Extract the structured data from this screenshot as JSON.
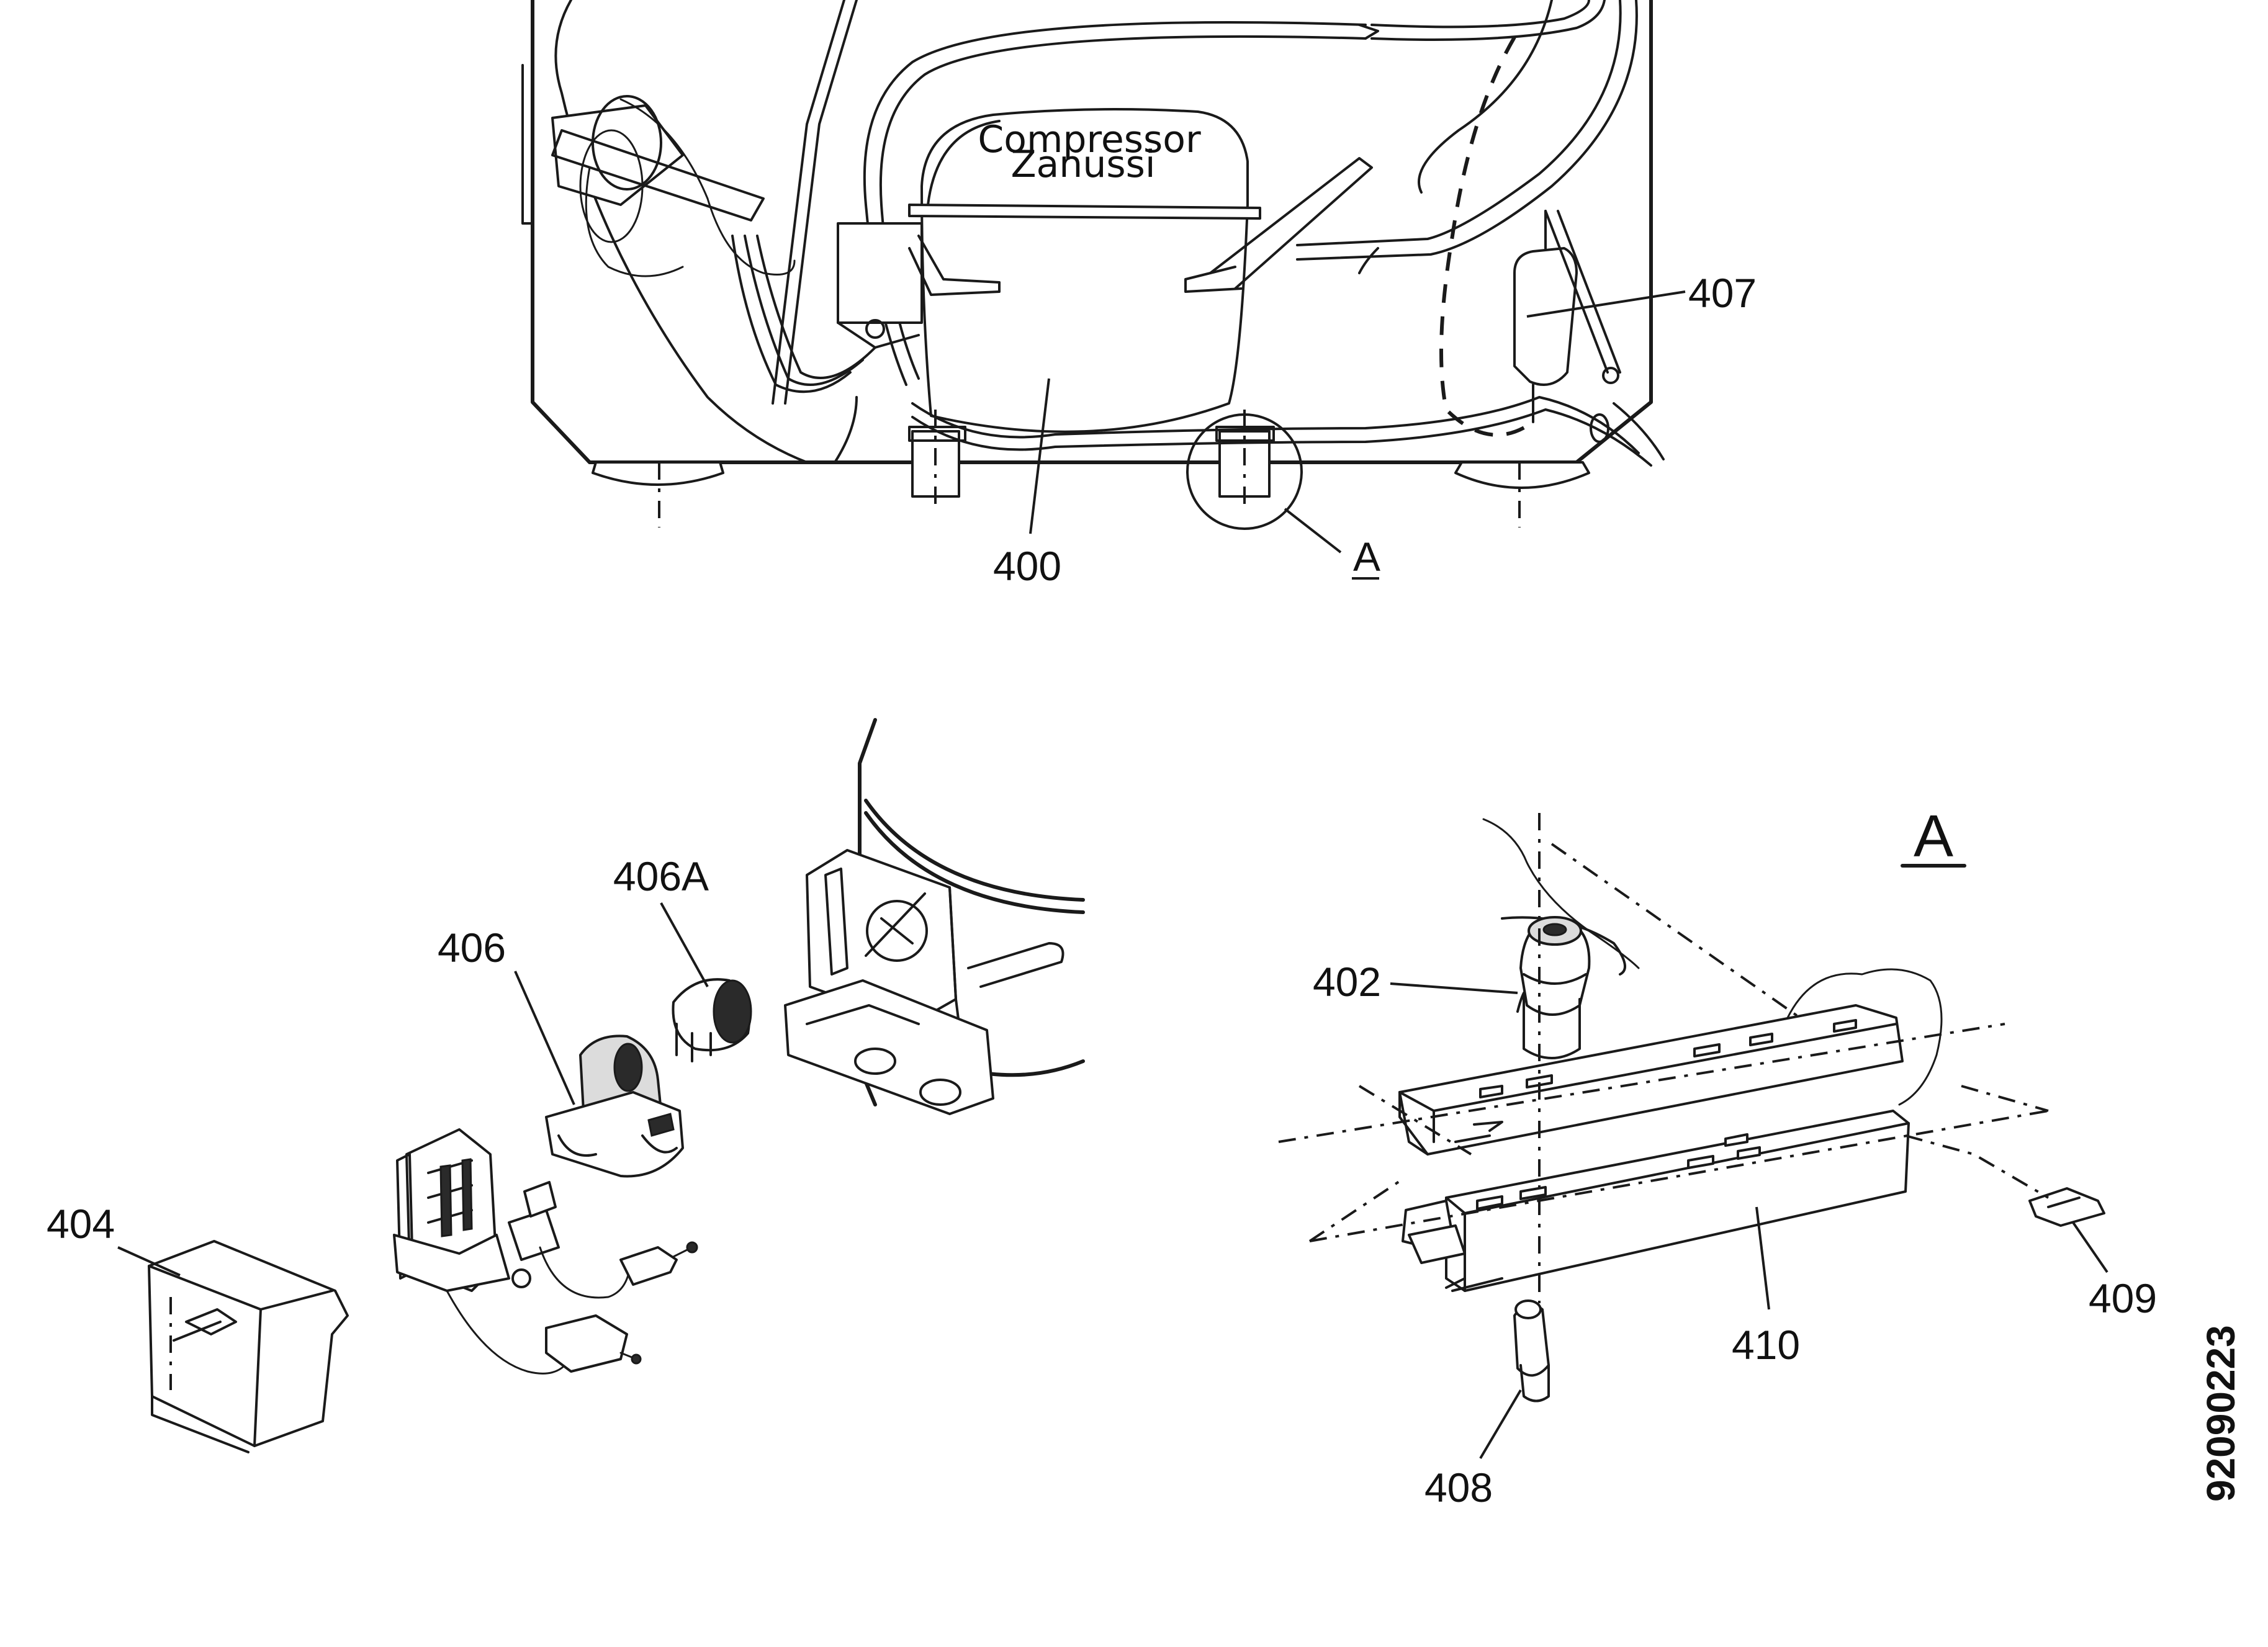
{
  "diagram": {
    "compressor_stamp": [
      "Compressor",
      "Zanussi"
    ],
    "detail_callout": "A",
    "detail_title": "A",
    "document_number": "92090223",
    "parts": [
      {
        "id": "p400",
        "label": "400"
      },
      {
        "id": "p402",
        "label": "402"
      },
      {
        "id": "p404",
        "label": "404"
      },
      {
        "id": "p406",
        "label": "406"
      },
      {
        "id": "p406a",
        "label": "406A"
      },
      {
        "id": "p407",
        "label": "407"
      },
      {
        "id": "p408",
        "label": "408"
      },
      {
        "id": "p409",
        "label": "409"
      },
      {
        "id": "p410",
        "label": "410"
      }
    ]
  }
}
